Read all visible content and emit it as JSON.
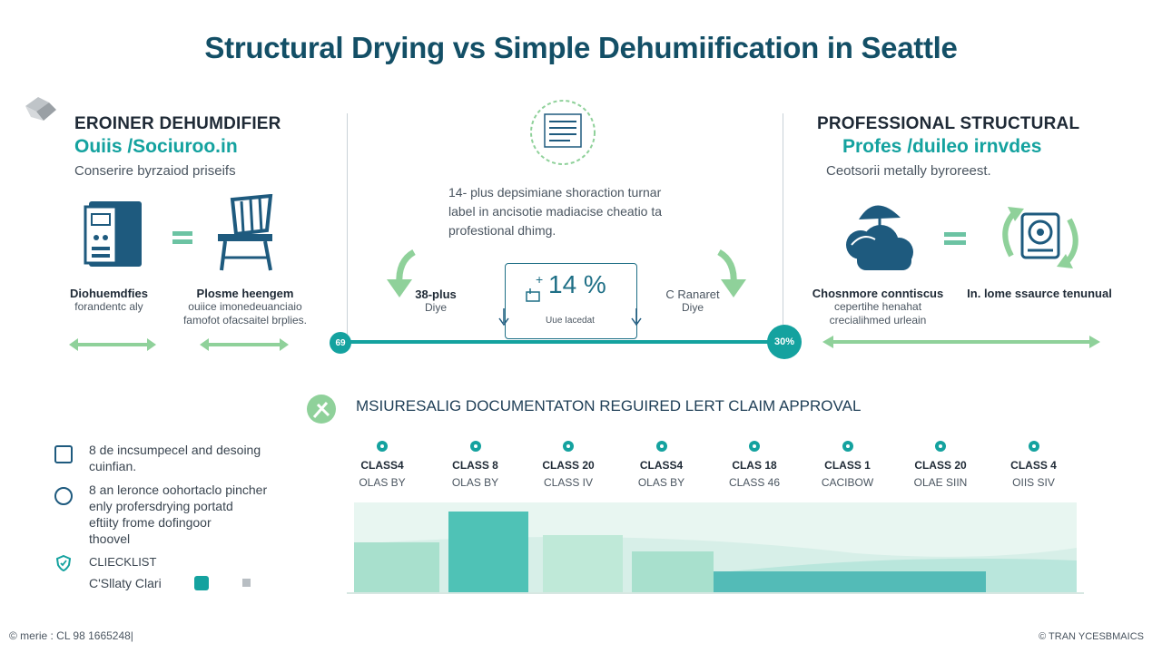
{
  "title": "Structural Drying vs Simple Dehumiification in Seattle",
  "left": {
    "heading": "ЕROІNER DEHUMDIFIER",
    "subheading": "Ouiis /Sociuroo.in",
    "tagline": "Conserire byrzaiod priseifs",
    "item1_title": "Diohuemdfies",
    "item1_desc": "forandentc aly",
    "item2_title": "Plosme heengem",
    "item2_desc1": "ouiice imonedeuanciaio",
    "item2_desc2": "famofot ofacsaitel brplies."
  },
  "middle": {
    "desc1": "14- plus depsimiane shoraction turnar",
    "desc2": "label in ancisotie madiacise cheatio ta",
    "desc3": "profestional dhimg.",
    "left_label": "38-plus",
    "left_sub": "Diye",
    "right_label": "C Ranaret",
    "right_sub": "Diye",
    "pct_text": "14 %",
    "pct_plus": "+",
    "box_caption": "Uue Iacedat",
    "start_badge": "69",
    "end_badge": "30%"
  },
  "right": {
    "heading": "PROFESSIONAL STRUCTURAL",
    "subheading": "Profes /duileo irnvdes",
    "tagline": "Ceotsorii metally byroreest.",
    "item1_title": "Chosnmore conntiscus",
    "item1_desc1": "cepertihe henahat",
    "item1_desc2": "crecialihmed urleain",
    "item2_title": "In. lome ssaurce tenunual"
  },
  "documentation": {
    "heading": "MSIURESALIG DOCUMENTATON REGUIRED LERT CLAIM APPROVAL",
    "classes": [
      {
        "name": "CLASS4",
        "sub": "OLAS BY"
      },
      {
        "name": "CLASS 8",
        "sub": "OLAS BY"
      },
      {
        "name": "CLASS 20",
        "sub": "CLASS IV"
      },
      {
        "name": "CLASS4",
        "sub": "OLAS BY"
      },
      {
        "name": "CLAS 18",
        "sub": "CLASS 46"
      },
      {
        "name": "CLASS 1",
        "sub": "CACIBOW"
      },
      {
        "name": "CLASS 20",
        "sub": "OLAE SIIN"
      },
      {
        "name": "CLASS 4",
        "sub": "OIIS SIV"
      }
    ]
  },
  "checklist": {
    "item1_line1": "8 de incsumpecel and desoing",
    "item1_line2": "cuinfian.",
    "item2_line1": "8 an leronce oohortaclo pincher",
    "item2_line2": "enly profersdrying portatd",
    "item2_line3": "eftiity frome dofingoor",
    "item2_line4": "thoovel",
    "title": "CLIECKLIST",
    "sub": "C'Sllaty Clari"
  },
  "footer": {
    "left": "© merie : CL 98 1665248|",
    "right": "© TRAN YCESBMAICS"
  },
  "colors": {
    "teal": "#14a29f",
    "navy": "#1e5a7e",
    "green": "#8fd19a",
    "title": "#134f66"
  }
}
